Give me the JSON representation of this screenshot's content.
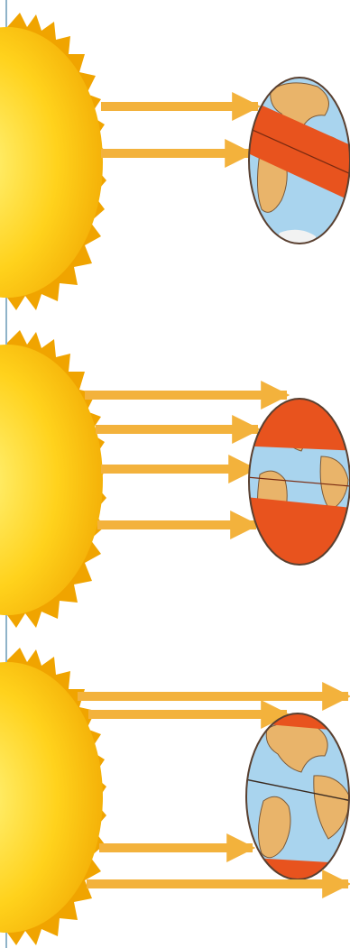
{
  "diagram": {
    "panels": [
      {
        "id": "panel-1",
        "ray_count": 2,
        "hot_band_count": 1
      },
      {
        "id": "panel-2",
        "ray_count": 4,
        "hot_band_count": 2
      },
      {
        "id": "panel-3",
        "ray_count": 4,
        "hot_band_count": 2
      }
    ],
    "colors": {
      "sun_center": "#fff37a",
      "sun_edge": "#f0a400",
      "ray": "#f3b23c",
      "ocean": "#a9d4ee",
      "land": "#e9b46a",
      "band": "#e8531e",
      "outline": "#5a4030",
      "page_border": "#8fb3c9"
    }
  }
}
